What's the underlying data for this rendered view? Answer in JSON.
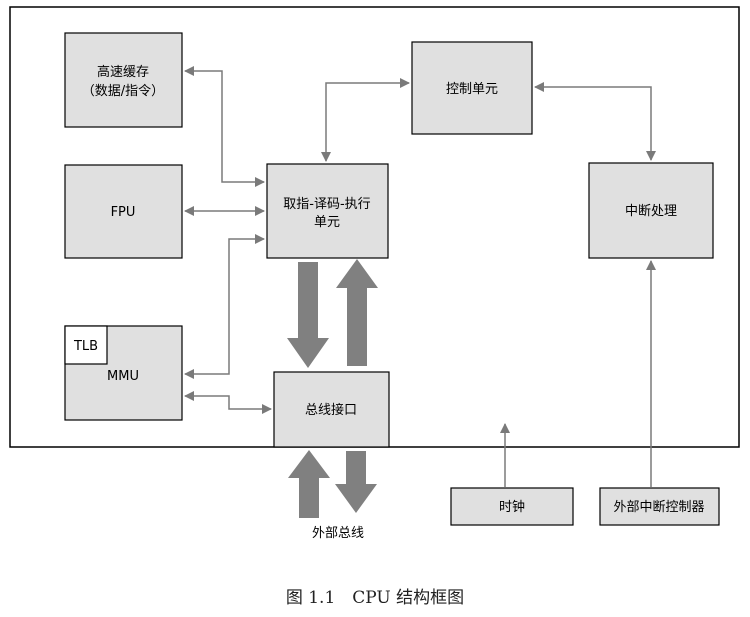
{
  "diagram": {
    "blocks": {
      "cache_line1": "高速缓存",
      "cache_line2": "（数据/指令）",
      "control": "控制单元",
      "fpu": "FPU",
      "fetch_line1": "取指-译码-执行",
      "fetch_line2": "单元",
      "interrupt": "中断处理",
      "tlb": "TLB",
      "mmu": "MMU",
      "bus_interface": "总线接口",
      "clock": "时钟",
      "ext_interrupt_ctrl": "外部中断控制器"
    },
    "external_bus_label": "外部总线",
    "colors": {
      "box_fill": "#e0e0e0",
      "border": "#000000",
      "arrow": "#7a7a7a",
      "big_arrow": "#808080"
    }
  },
  "caption": "图 1.1　CPU 结构框图"
}
